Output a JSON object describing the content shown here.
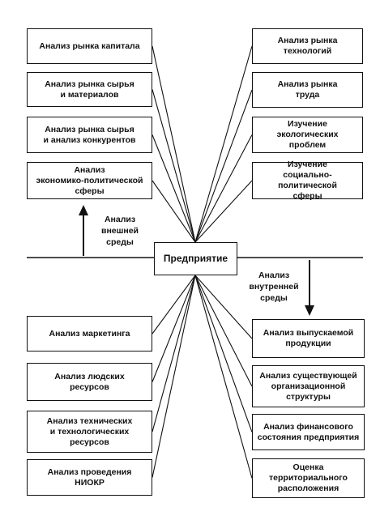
{
  "center": "Предприятие",
  "left_top": [
    "Анализ рынка капитала",
    "Анализ рынка сырья\nи материалов",
    "Анализ рынка сырья\nи анализ конкурентов",
    "Анализ\nэкономико-политической\nсферы"
  ],
  "right_top": [
    "Анализ рынка\nтехнологий",
    "Анализ рынка\nтруда",
    "Изучение экологических\nпроблем",
    "Изучение\nсоциально-политической\nсферы"
  ],
  "left_bottom": [
    "Анализ маркетинга",
    "Анализ людских\nресурсов",
    "Анализ технических\nи технологических\nресурсов",
    "Анализ проведения\nНИОКР"
  ],
  "right_bottom": [
    "Анализ выпускаемой\nпродукции",
    "Анализ существующей\nорганизационной\nструктуры",
    "Анализ финансового\nсостояния предприятия",
    "Оценка\nтерриториального\nрасположения"
  ],
  "external_label": "Анализ\nвнешней\nсреды",
  "internal_label": "Анализ\nвнутренней\nсреды"
}
